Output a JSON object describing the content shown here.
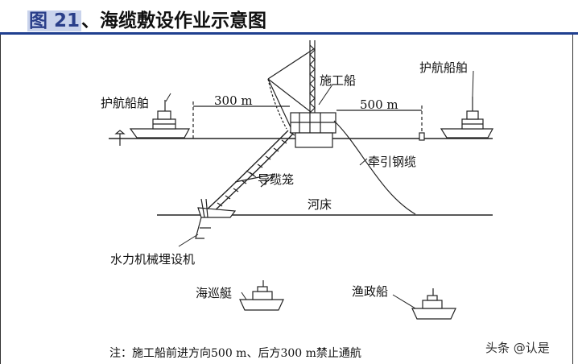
{
  "figure": {
    "label": "图 21",
    "separator": "、",
    "title": "海缆敷设作业示意图"
  },
  "labels": {
    "escort_left": "护航船舶",
    "escort_right": "护航船舶",
    "construction_ship": "施工船",
    "dist_300": "300 m",
    "dist_500": "500 m",
    "tow_cable": "牵引钢缆",
    "cable_guide": "导缆笼",
    "riverbed": "河床",
    "burying_machine": "水力机械埋设机",
    "patrol_boat": "海巡艇",
    "fishery_ship": "渔政船"
  },
  "note": "注：施工船前进方向500 m、后方300 m禁止通航",
  "watermark": "头条 @认是",
  "colors": {
    "rule": "#1f3f8f",
    "title_highlight": "#c9d3ec",
    "line": "#222222"
  }
}
